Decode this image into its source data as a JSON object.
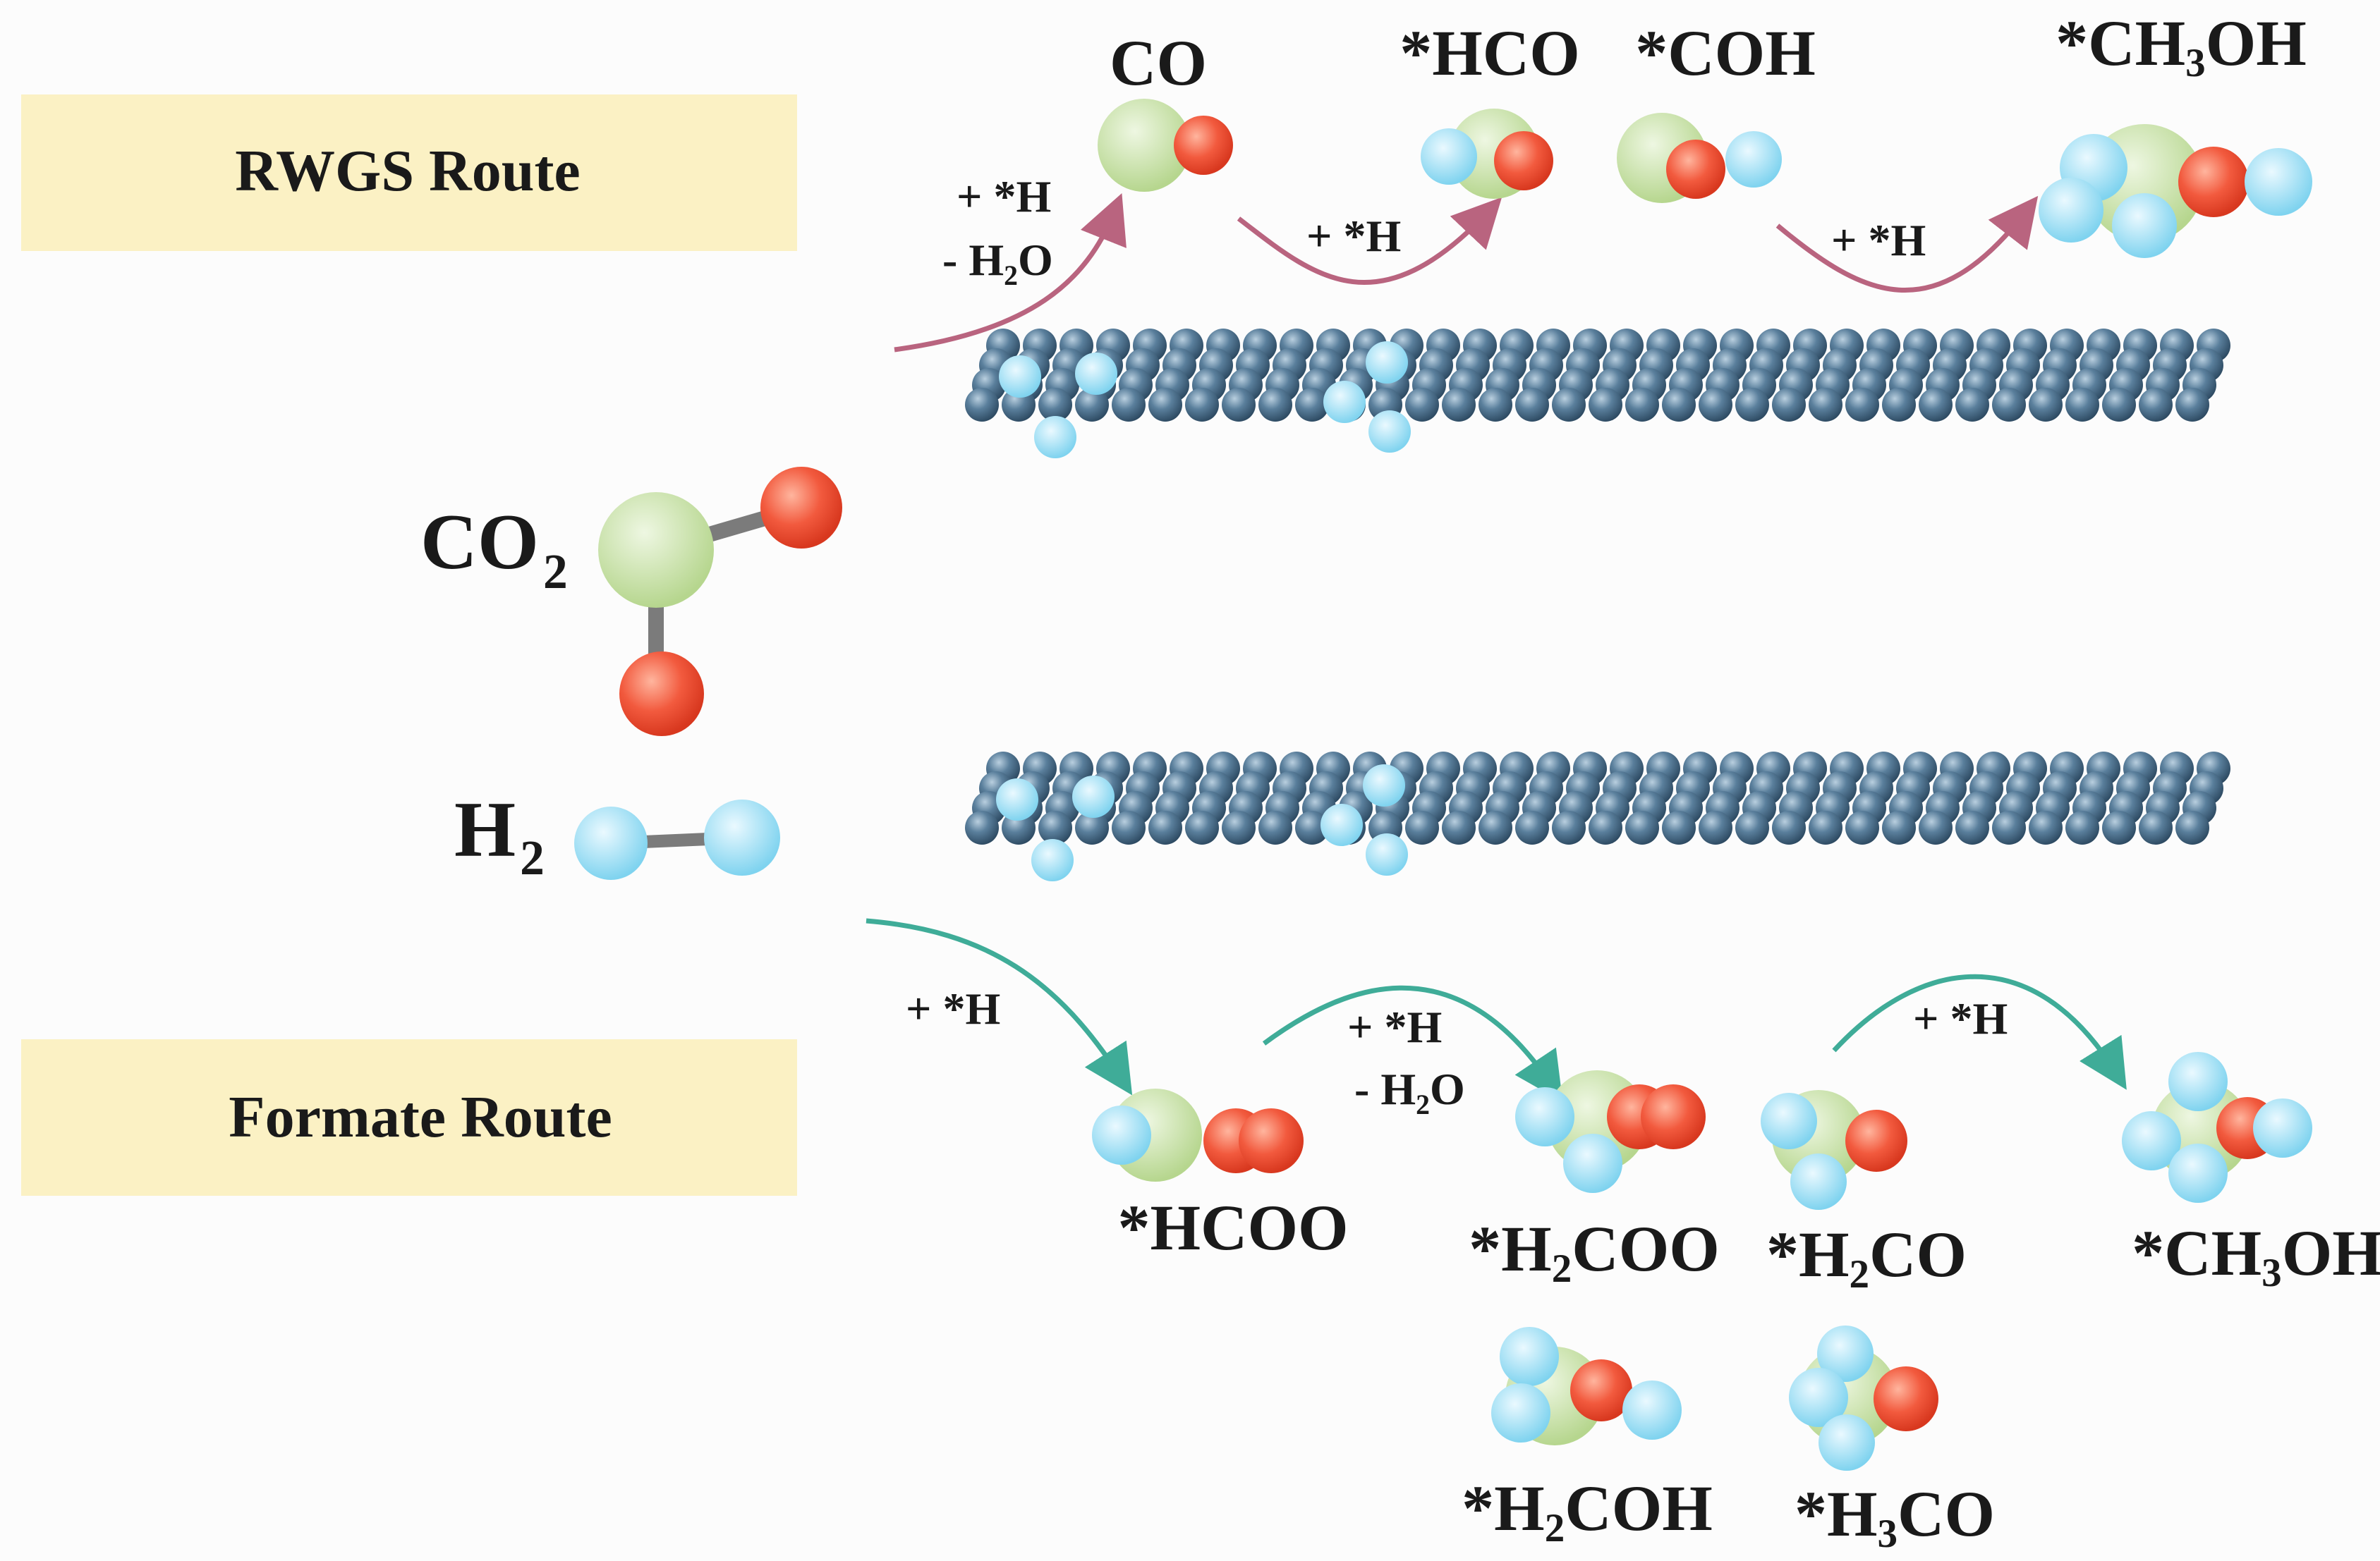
{
  "routes": {
    "rwgs": {
      "title": "RWGS Route"
    },
    "formate": {
      "title": "Formate Route"
    }
  },
  "reactants": {
    "co2": {
      "main": "CO",
      "sub": "2"
    },
    "h2": {
      "main": "H",
      "sub": "2"
    }
  },
  "rwgs_species": {
    "co": {
      "text": "CO"
    },
    "hco": {
      "text": "*HCO"
    },
    "coh": {
      "text": "*COH"
    },
    "ch3oh": {
      "a": "*CH",
      "sub": "3",
      "b": "OH"
    }
  },
  "rwgs_steps": {
    "step1": {
      "line1": "+ *H",
      "line2a": "- H",
      "line2sub": "2",
      "line2b": "O"
    },
    "step2": {
      "line1": "+ *H"
    },
    "step3": {
      "line1": "+ *H"
    }
  },
  "formate_species": {
    "hcoo": {
      "text": "*HCOO"
    },
    "h2coo": {
      "a": "*H",
      "sub": "2",
      "b": "COO"
    },
    "h2co": {
      "a": "*H",
      "sub": "2",
      "b": "CO"
    },
    "ch3oh": {
      "a": "*CH",
      "sub": "3",
      "b": "OH"
    },
    "h2coh": {
      "a": "*H",
      "sub": "2",
      "b": "COH"
    },
    "h3co": {
      "a": "*H",
      "sub": "3",
      "b": "CO"
    }
  },
  "formate_steps": {
    "step1": {
      "line1": "+ *H"
    },
    "step2": {
      "line1": "+ *H",
      "line2a": "- H",
      "line2sub": "2",
      "line2b": "O"
    },
    "step3": {
      "line1": "+ *H"
    }
  },
  "colors": {
    "route_box": "#fbf1c4",
    "carbon": "#c6e0a4",
    "oxygen": "#f0553b",
    "hydrogen": "#8fdcf3",
    "surface_atom": "#4f7592",
    "rwgs_arrow": "#b9647f",
    "formate_arrow": "#3fac98",
    "bond": "#7b7b7b"
  }
}
